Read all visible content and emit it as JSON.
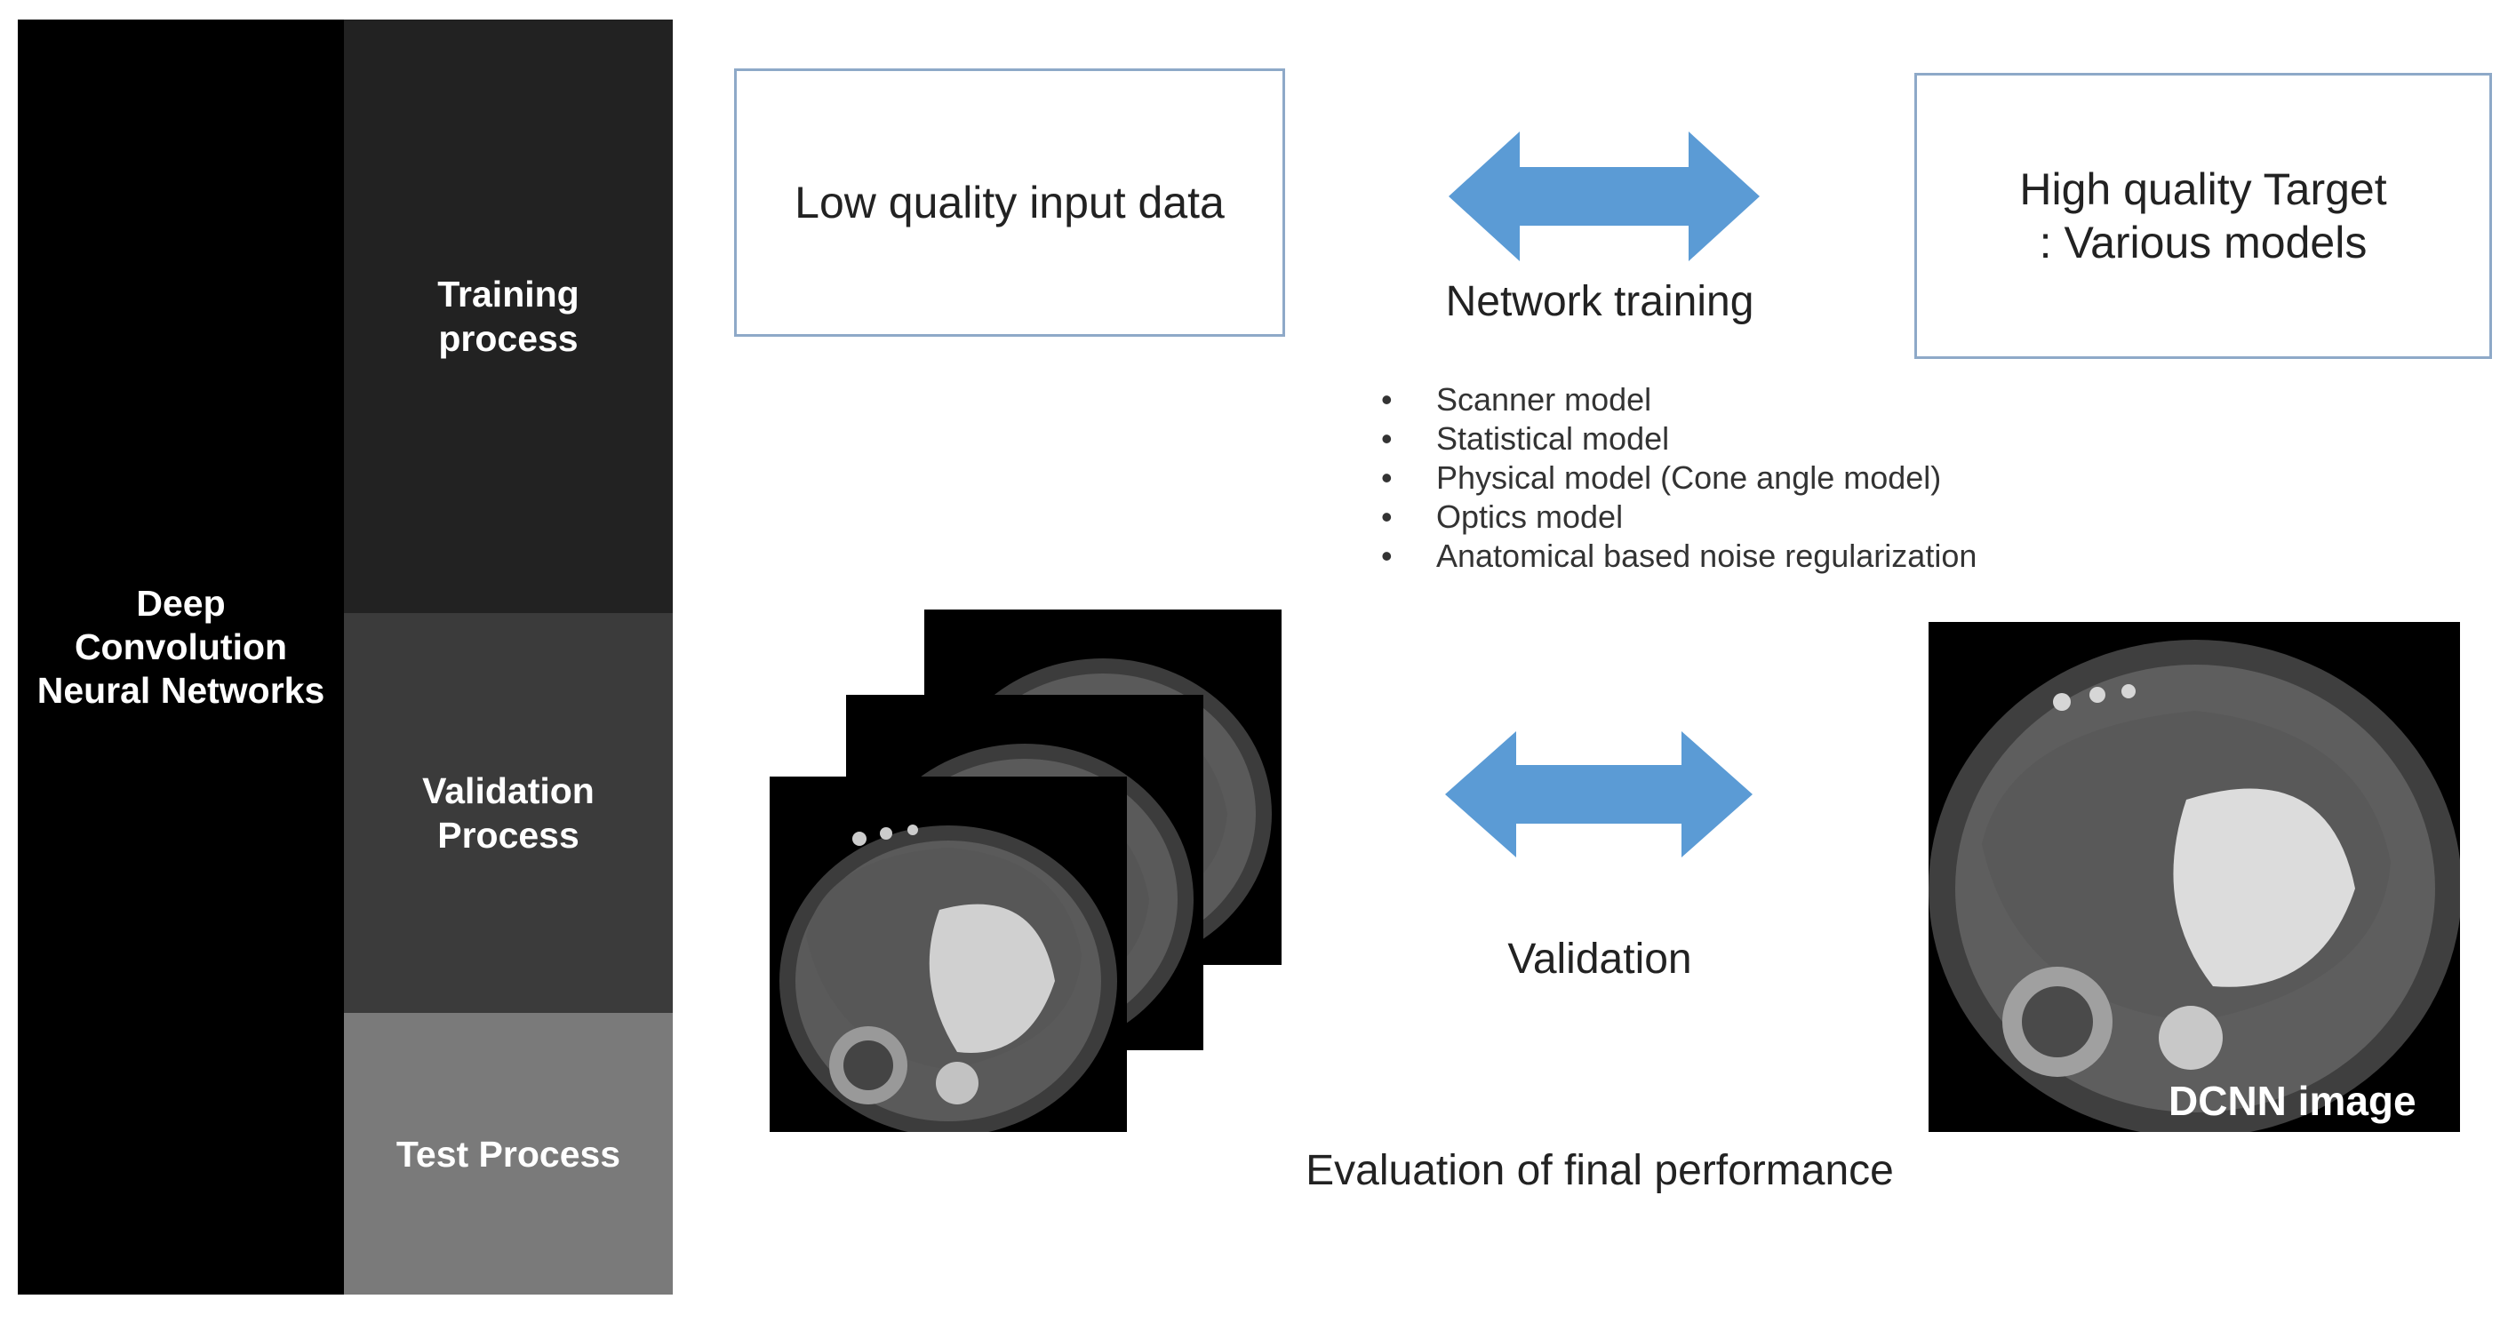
{
  "left_panel": {
    "title_lines": [
      "Deep",
      "Convolution",
      "Neural Networks"
    ]
  },
  "stages": {
    "training": [
      "Training",
      "process"
    ],
    "validation": [
      "Validation",
      "Process"
    ],
    "test": "Test Process"
  },
  "input_box": "Low quality input data",
  "target_box": [
    "High quality Target",
    ": Various models"
  ],
  "network_training_label": "Network training",
  "models": [
    "Scanner model",
    "Statistical model",
    "Physical model (Cone angle model)",
    "Optics model",
    "Anatomical based noise regularization"
  ],
  "bullet": "•",
  "validation_label": "Validation",
  "dcnn_image_label": "DCNN image",
  "evaluation_label": "Evaluation of final performance",
  "colors": {
    "arrow": "#5b9bd5",
    "box_border": "#8ea9c8",
    "training_bg": "#222222",
    "validation_bg": "#3b3b3b",
    "test_bg": "#7a7a7a"
  }
}
